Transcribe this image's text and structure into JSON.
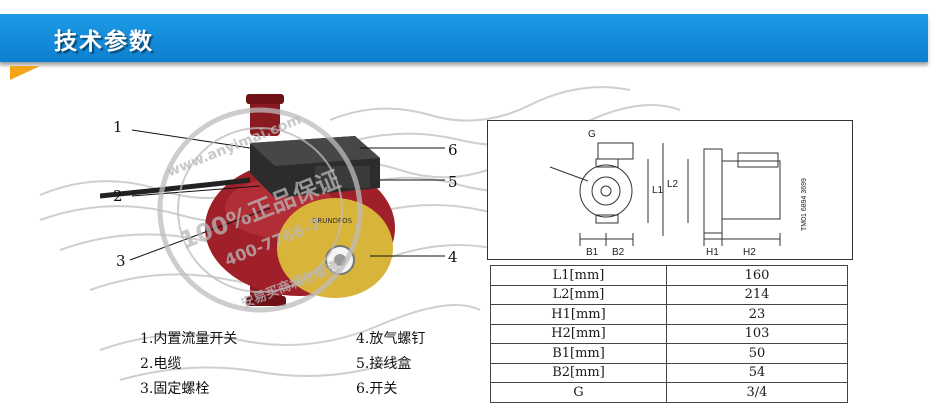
{
  "header": {
    "title": "技术参数"
  },
  "watermark": {
    "url_text": "www.anyimai.com",
    "stamp_text": "100%正品保证",
    "phone": "400-7766-7",
    "ring_text": "安易买商城在暖通"
  },
  "callouts": [
    "1",
    "2",
    "3",
    "4",
    "5",
    "6"
  ],
  "pump": {
    "brand_label": "GRUNDFOS"
  },
  "legend": {
    "items": [
      "1.内置流量开关",
      "2.电缆",
      "3.固定螺栓",
      "4.放气螺钉",
      "5.接线盒",
      "6.开关"
    ]
  },
  "drawing": {
    "labels": {
      "g": "G",
      "l1": "L1",
      "l2": "L2",
      "b1": "B1",
      "b2": "B2",
      "h1": "H1",
      "h2": "H2",
      "code": "TM01 6894 3699"
    }
  },
  "specs": {
    "rows": [
      {
        "label": "L1[mm]",
        "value": "160"
      },
      {
        "label": "L2[mm]",
        "value": "214"
      },
      {
        "label": "H1[mm]",
        "value": "23"
      },
      {
        "label": "H2[mm]",
        "value": "103"
      },
      {
        "label": "B1[mm]",
        "value": "50"
      },
      {
        "label": "B2[mm]",
        "value": "54"
      },
      {
        "label": "G",
        "value": "3/4"
      }
    ]
  },
  "colors": {
    "banner": "#1d9be6",
    "accent": "#f2a516",
    "pump_body": "#a0202a",
    "pump_face": "#d9b43a"
  }
}
